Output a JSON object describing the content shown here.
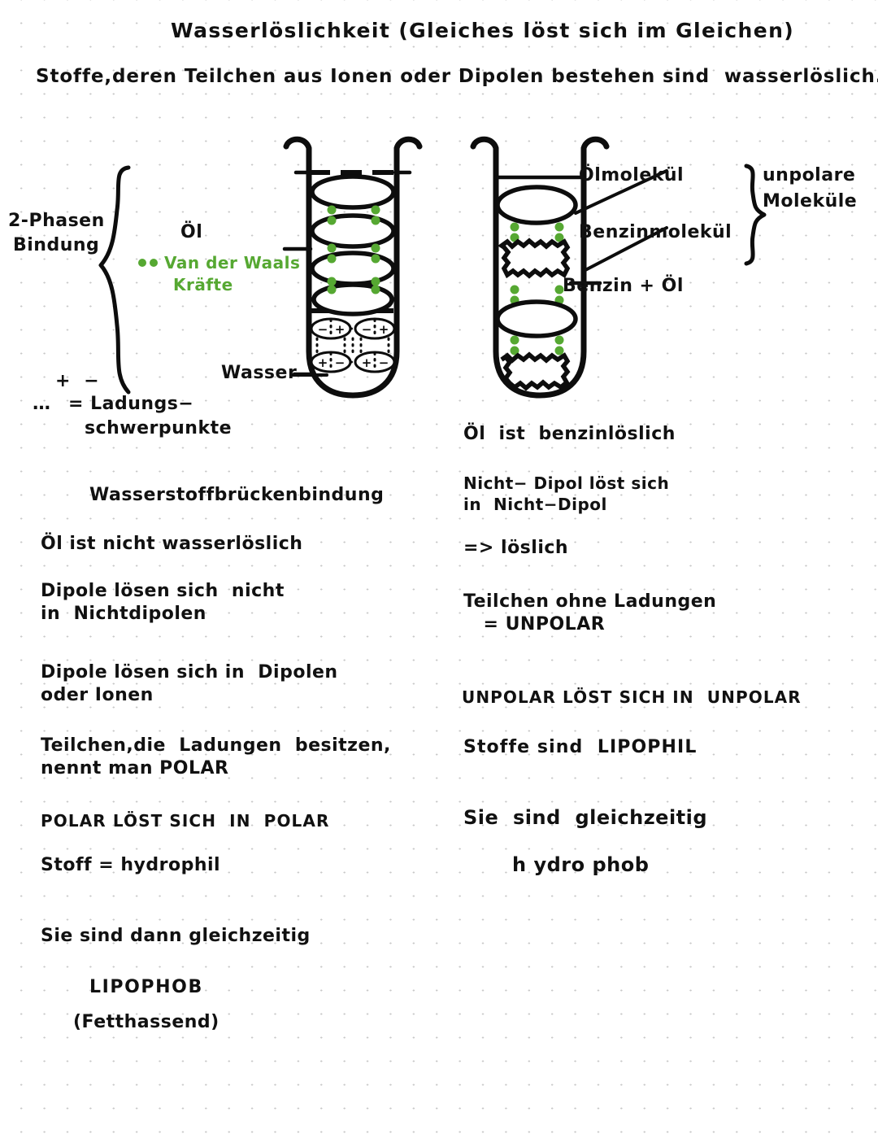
{
  "header": {
    "title": "Wasserlöslichkeit (Gleiches löst sich im Gleichen)",
    "subtitle": "Stoffe,deren Teilchen aus Ionen oder Dipolen bestehen sind  wasserlöslich."
  },
  "left_diagram": {
    "brace_label_line1": "2-Phasen",
    "brace_label_line2": "Bindung",
    "oil_label": "Öl",
    "vdw_label_line1": "Van der Waals",
    "vdw_label_line2": "Kräfte",
    "water_label": "Wasser",
    "dipole_signs": [
      "−",
      "+",
      "+",
      "−",
      "−",
      "+",
      "+",
      "−"
    ],
    "oil_molecule_count": 4,
    "water_dipole_count": 4
  },
  "right_diagram": {
    "oil_molecule_label": "Ölmolekül",
    "benzin_molecule_label": "Benzinmolekül",
    "mixture_label": "Benzin + Öl",
    "group_label_line1": "unpolare",
    "group_label_line2": "Moleküle",
    "oil_molecule_count": 2,
    "benzin_molecule_count": 2
  },
  "legend": {
    "charge_signs": "+  −",
    "dots": "…",
    "equals_line1": "= Ladungs−",
    "equals_line2": "schwerpunkte"
  },
  "left_notes": [
    {
      "id": "hydrogen-bonding",
      "lines": [
        "Wasserstoffbrückenbindung"
      ],
      "style": "body",
      "indent": 70
    },
    {
      "id": "oil-not-water-soluble",
      "lines": [
        "Öl ist nicht wasserlöslich"
      ],
      "style": "body",
      "indent": 10
    },
    {
      "id": "dipoles-not-in-nondipoles",
      "lines": [
        "Dipole lösen sich  nicht",
        "in  Nichtdipolen"
      ],
      "style": "body",
      "indent": 10
    },
    {
      "id": "dipoles-in-dipoles",
      "lines": [
        "Dipole lösen sich in  Dipolen",
        "oder Ionen"
      ],
      "style": "body",
      "indent": 10
    },
    {
      "id": "particles-with-charges-polar",
      "lines": [
        "Teilchen,die  Ladungen  besitzen,",
        "nennt man POLAR"
      ],
      "style": "body",
      "indent": 10
    },
    {
      "id": "polar-dissolves-in-polar",
      "lines": [
        "POLAR LÖST SICH  IN  POLAR"
      ],
      "style": "caps",
      "indent": 10
    },
    {
      "id": "substance-hydrophilic",
      "lines": [
        "Stoff = hydrophil"
      ],
      "style": "body",
      "indent": 10
    },
    {
      "id": "simultaneously",
      "lines": [
        "Sie sind dann gleichzeitig"
      ],
      "style": "body",
      "indent": 10
    },
    {
      "id": "lipophob",
      "lines": [
        "LIPOPHOB"
      ],
      "style": "caps-lg",
      "indent": 70
    },
    {
      "id": "fat-hating",
      "lines": [
        "(Fetthassend)"
      ],
      "style": "body",
      "indent": 50
    }
  ],
  "right_notes": [
    {
      "id": "oil-benzin-soluble",
      "lines": [
        "Öl  ist  benzinlöslich"
      ],
      "style": "body",
      "indent": 10
    },
    {
      "id": "nondipole-in-nondipole",
      "lines": [
        "Nicht− Dipol löst sich",
        "in  Nicht−Dipol"
      ],
      "style": "small",
      "indent": 10
    },
    {
      "id": "soluble-conclusion",
      "lines": [
        "=> löslich"
      ],
      "style": "body",
      "indent": 10
    },
    {
      "id": "particles-without-charges",
      "lines": [
        "Teilchen ohne Ladungen",
        "   = UNPOLAR"
      ],
      "style": "body",
      "indent": 10
    },
    {
      "id": "unpolar-dissolves-in-unpolar",
      "lines": [
        "UNPOLAR LÖST SICH IN  UNPOLAR"
      ],
      "style": "caps",
      "indent": 10
    },
    {
      "id": "substances-lipophil",
      "lines": [
        "Stoffe sind  LIPOPHIL"
      ],
      "style": "body",
      "indent": 10
    },
    {
      "id": "simultaneously-right",
      "lines": [
        "Sie  sind  gleichzeitig"
      ],
      "style": "body-lg",
      "indent": 10
    },
    {
      "id": "hydrophob",
      "lines": [
        "h ydro phob"
      ],
      "style": "body-lg",
      "indent": 70
    }
  ],
  "colors": {
    "ink": "#111111",
    "accent_green": "#56a832",
    "paper": "#ffffff",
    "grid_dot": "#c9c9c9"
  }
}
